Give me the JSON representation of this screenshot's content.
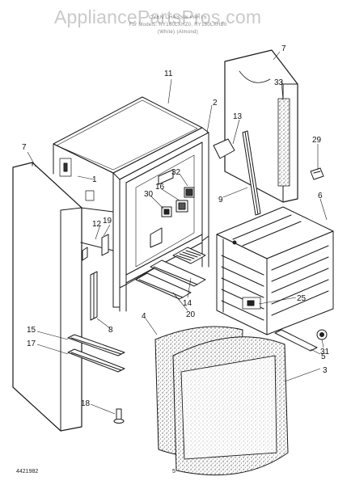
{
  "watermark": "AppliancePartsPros.com",
  "header": {
    "line1": "OVEN CHASSIS PARTS",
    "line2": "For Models: RY160LXHZ0, RY160LXHB0",
    "line3": "(White)    (Almond)"
  },
  "callouts": {
    "c1": "1",
    "c2": "2",
    "c3": "3",
    "c4": "4",
    "c5": "5",
    "c6": "6",
    "c7a": "7",
    "c7b": "7",
    "c8": "8",
    "c9": "9",
    "c11": "11",
    "c12": "12",
    "c13": "13",
    "c14": "14",
    "c15": "15",
    "c16": "16",
    "c17": "17",
    "c18": "18",
    "c19": "19",
    "c20": "20",
    "c25": "25",
    "c29": "29",
    "c30": "30",
    "c31": "31",
    "c32": "32",
    "c33": "33"
  },
  "footer": {
    "code": "4421982",
    "page": "5"
  }
}
